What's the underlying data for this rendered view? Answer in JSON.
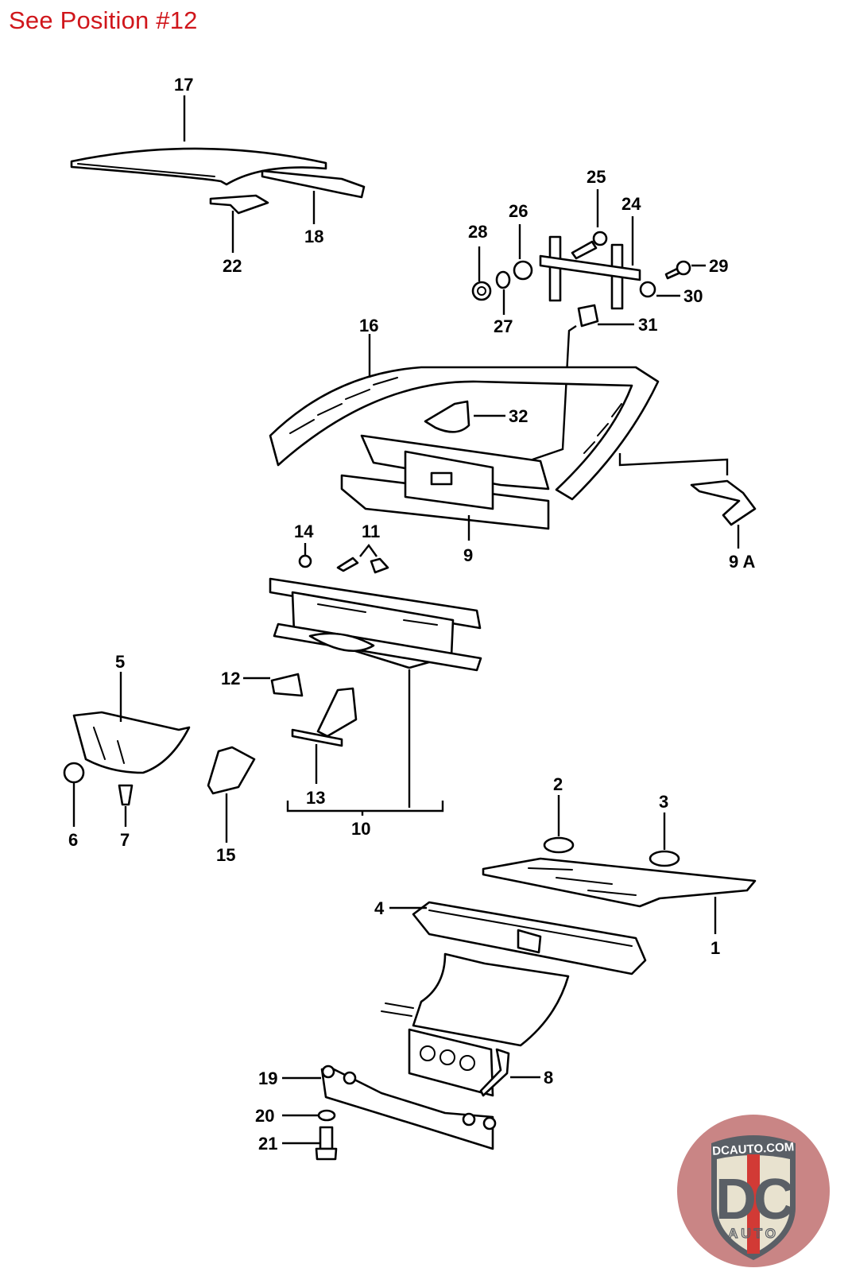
{
  "header": {
    "note": "See Position #12",
    "note_color": "#d0161b"
  },
  "callouts": {
    "c1": "1",
    "c2": "2",
    "c3": "3",
    "c4": "4",
    "c5": "5",
    "c6": "6",
    "c7": "7",
    "c8": "8",
    "c9": "9",
    "c9a": "9 A",
    "c10": "10",
    "c11": "11",
    "c12": "12",
    "c13": "13",
    "c14": "14",
    "c15": "15",
    "c16": "16",
    "c17": "17",
    "c18": "18",
    "c19": "19",
    "c20": "20",
    "c21": "21",
    "c22": "22",
    "c24": "24",
    "c25": "25",
    "c26": "26",
    "c27": "27",
    "c28": "28",
    "c29": "29",
    "c30": "30",
    "c31": "31",
    "c32": "32"
  },
  "logo": {
    "domain_text": "DCAUTO.COM",
    "monogram": "DC",
    "sub_text": "AUTO",
    "badge_color": "#c98585",
    "shield_color": "#e8e2cf",
    "letter_color": "#5a5f66",
    "stripe_color": "#d23a35"
  }
}
